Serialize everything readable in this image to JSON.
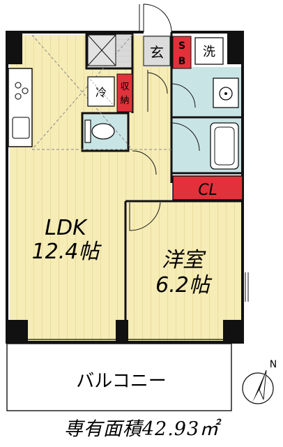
{
  "rooms": {
    "ldk_name": "LDK",
    "ldk_size": "12.4帖",
    "western_name": "洋室",
    "western_size": "6.2帖",
    "entrance": "玄",
    "shoe_box_top": "S",
    "shoe_box_bottom": "B",
    "washer": "洗",
    "fridge": "冷",
    "storage_top": "収",
    "storage_bottom": "納",
    "closet": "CL",
    "balcony": "バルコニー"
  },
  "compass_label": "N",
  "area_label": "専有面積42.93㎡",
  "colors": {
    "wall": "#111111",
    "floor": "#f6ecb6",
    "floor_line": "#e2d28c",
    "wet_area": "#c9e4e5",
    "storage_red": "#e2313b",
    "entrance_gray": "#d8d8d8"
  }
}
